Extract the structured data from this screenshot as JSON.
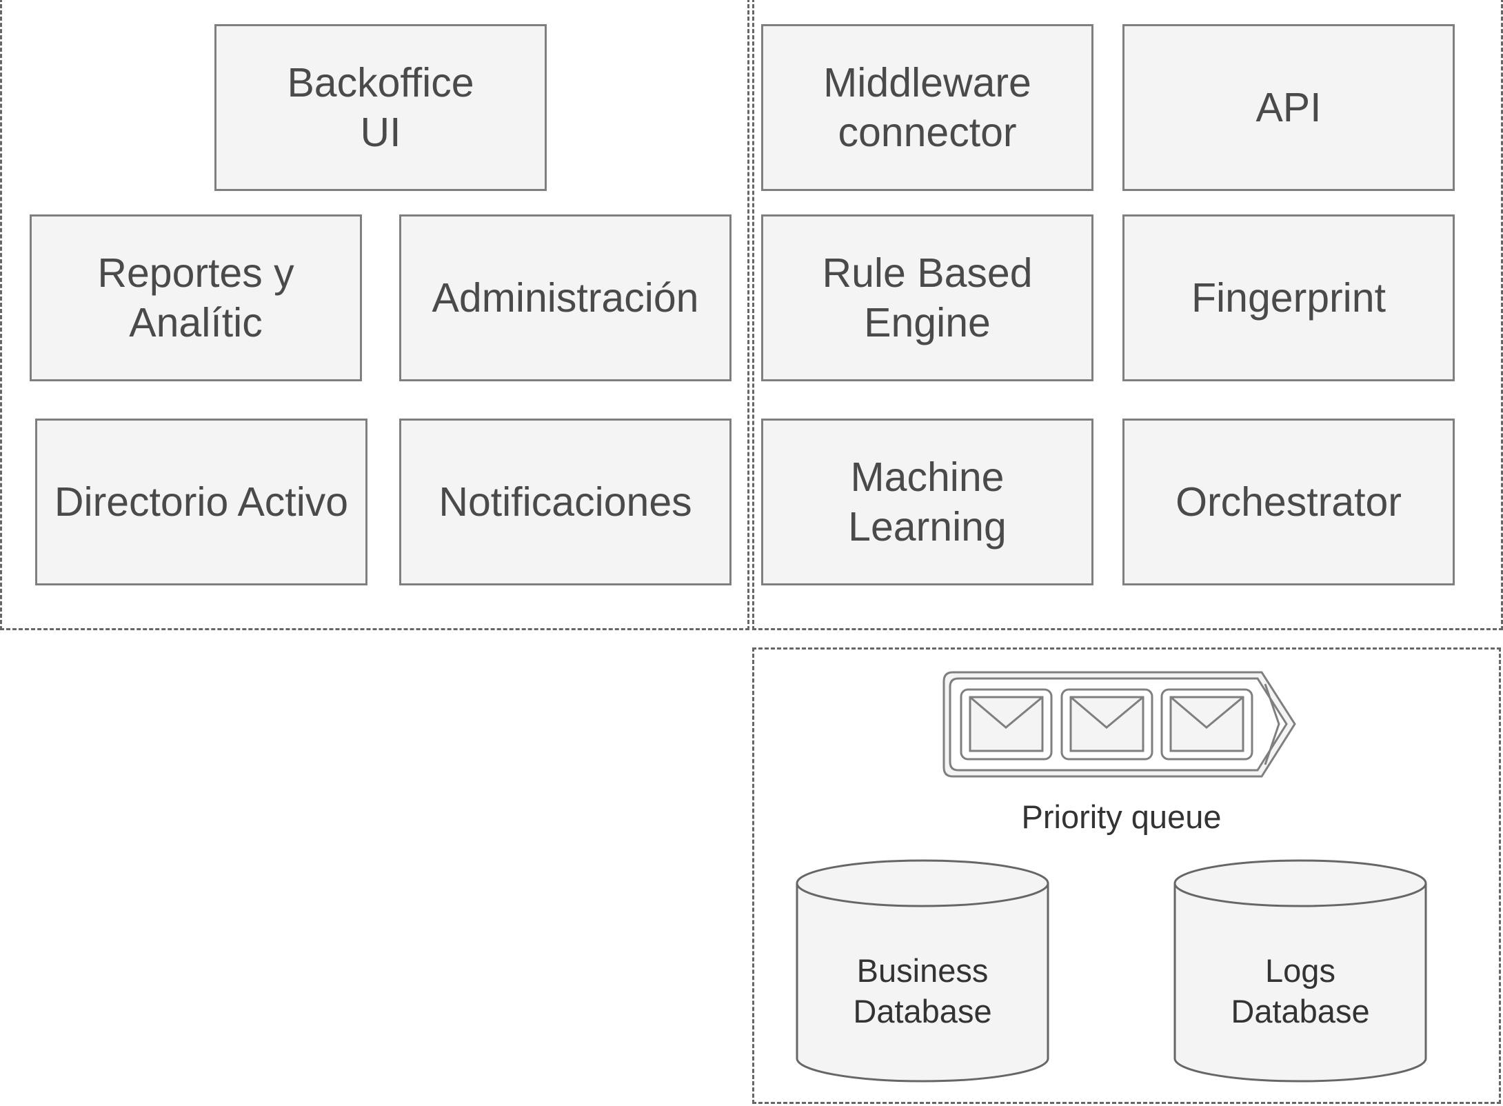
{
  "frontend": {
    "backoffice_ui": {
      "line1": "Backoffice",
      "line2": "UI"
    },
    "reportes": {
      "line1": "Reportes y",
      "line2": "Analític"
    },
    "administracion": "Administración",
    "directorio_activo": "Directorio Activo",
    "notificaciones": "Notificaciones"
  },
  "backend": {
    "middleware_connector": {
      "line1": "Middleware",
      "line2": "connector"
    },
    "api": "API",
    "rule_based_engine": {
      "line1": "Rule Based",
      "line2": "Engine"
    },
    "fingerprint": "Fingerprint",
    "machine_learning": {
      "line1": "Machine",
      "line2": "Learning"
    },
    "orchestrator": "Orchestrator"
  },
  "storage": {
    "priority_queue": "Priority queue",
    "business_database": {
      "line1": "Business",
      "line2": "Database"
    },
    "logs_database": {
      "line1": "Logs",
      "line2": "Database"
    }
  },
  "colors": {
    "box_fill": "#f4f4f4",
    "box_border": "#7f7f7f",
    "group_border": "#666666",
    "text": "#4a4a4a"
  }
}
